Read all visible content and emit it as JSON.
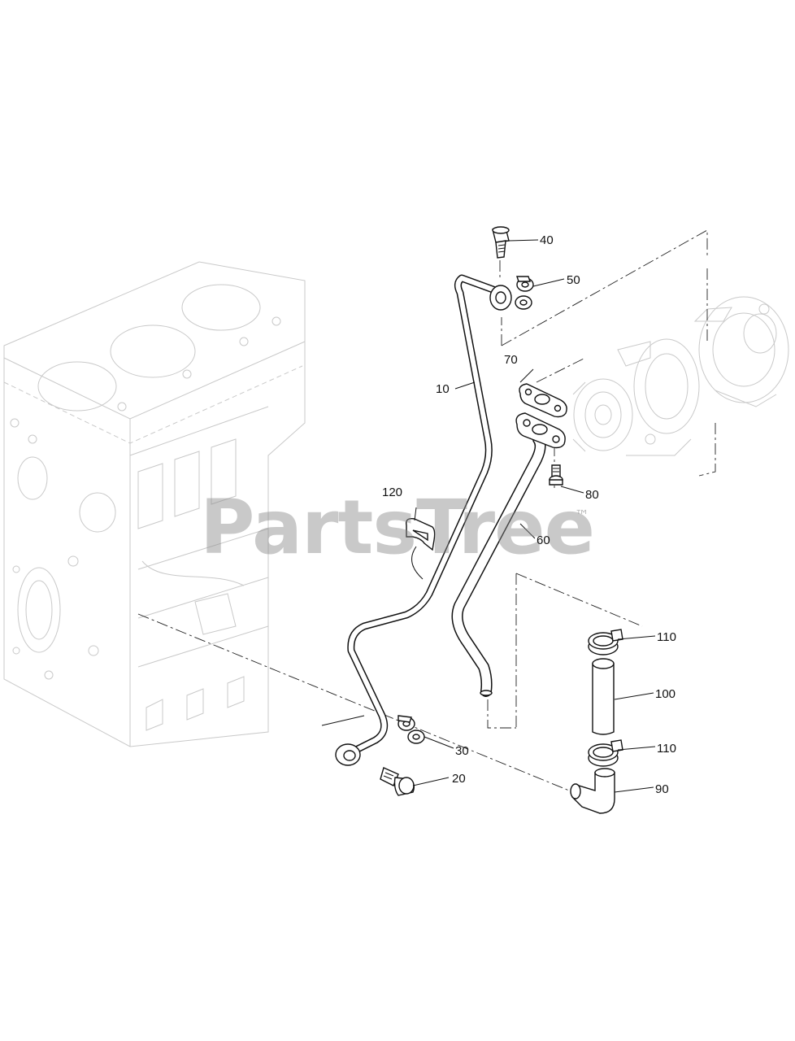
{
  "watermark": {
    "text": "PartsTree",
    "trademark": "™"
  },
  "callouts": {
    "c10": "10",
    "c20": "20",
    "c30": "30",
    "c40": "40",
    "c50": "50",
    "c60": "60",
    "c70": "70",
    "c80": "80",
    "c90": "90",
    "c100": "100",
    "c110a": "110",
    "c110b": "110",
    "c120": "120"
  }
}
